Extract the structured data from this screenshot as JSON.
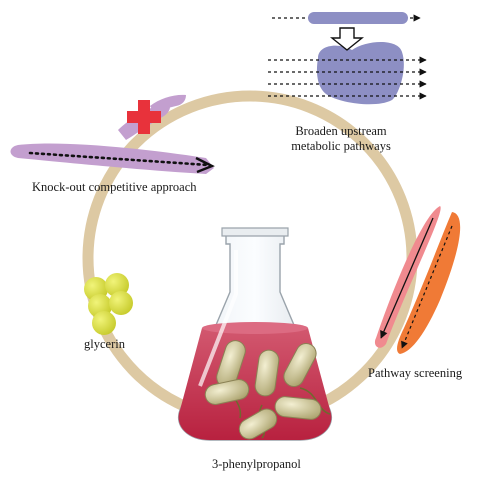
{
  "labels": {
    "broaden_line1": "Broaden upstream",
    "broaden_line2": "metabolic pathways",
    "knockout": "Knock-out competitive approach",
    "pathway": "Pathway screening",
    "glycerin": "glycerin",
    "product": "3-phenylpropanol"
  },
  "colors": {
    "cycle_ring": "#ddc9a3",
    "upstream_bar": "#8d8fc4",
    "knockout_arrow": "#c39fcf",
    "knockout_cross": "#e8323b",
    "pathway_pink": "#f08a8f",
    "pathway_orange": "#f07a36",
    "glycerin": "#dfe44b",
    "flask_liquid": "#c93a5a",
    "cells": "#c8c08c"
  },
  "icons": [
    "upstream-pathway-shape",
    "down-arrow-icon",
    "knockout-arrow-icon",
    "cross-icon",
    "pathway-screening-arrows-icon",
    "glycerin-molecule-icon",
    "erlenmeyer-flask-icon",
    "bacteria-cells-icon"
  ]
}
